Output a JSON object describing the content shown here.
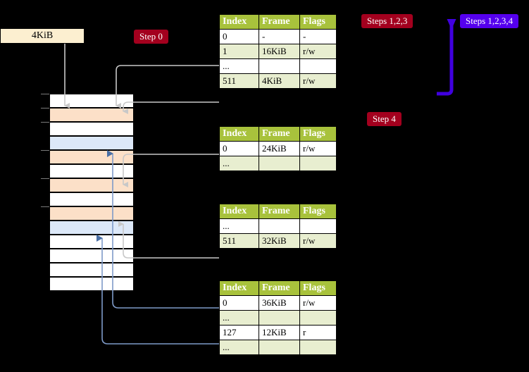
{
  "memory": {
    "label": "4KiB",
    "cells": [
      {
        "fill": "#ffffff",
        "tick": true
      },
      {
        "fill": "#fce0c8",
        "tick": true
      },
      {
        "fill": "#ffffff",
        "tick": true
      },
      {
        "fill": "#dce8f8",
        "tick": false
      },
      {
        "fill": "#fce0c8",
        "tick": true
      },
      {
        "fill": "#ffffff",
        "tick": false
      },
      {
        "fill": "#fce0c8",
        "tick": true
      },
      {
        "fill": "#ffffff",
        "tick": false
      },
      {
        "fill": "#fce0c8",
        "tick": true
      },
      {
        "fill": "#dce8f8",
        "tick": false
      },
      {
        "fill": "#ffffff",
        "tick": false
      },
      {
        "fill": "#ffffff",
        "tick": false
      },
      {
        "fill": "#ffffff",
        "tick": false
      },
      {
        "fill": "#ffffff",
        "tick": false
      }
    ]
  },
  "badges": {
    "step0": "Step 0",
    "steps123": "Steps 1,2,3",
    "steps1234": "Steps 1,2,3,4",
    "step4": "Step 4",
    "red": "#a3001e",
    "violet": "#5500ee"
  },
  "tables": [
    {
      "name": "pml4-table",
      "headers": [
        "Index",
        "Frame",
        "Flags"
      ],
      "rows": [
        {
          "cells": [
            "0",
            "-",
            "-"
          ],
          "alt": false,
          "highlight": false
        },
        {
          "cells": [
            "1",
            "16KiB",
            "r/w"
          ],
          "alt": true,
          "highlight": false
        },
        {
          "cells": [
            "...",
            "",
            ""
          ],
          "alt": false,
          "highlight": false
        },
        {
          "cells": [
            "511",
            "4KiB",
            "r/w"
          ],
          "alt": true,
          "highlight": true
        }
      ]
    },
    {
      "name": "pdp-table",
      "headers": [
        "Index",
        "Frame",
        "Flags"
      ],
      "rows": [
        {
          "cells": [
            "0",
            "24KiB",
            "r/w"
          ],
          "alt": false,
          "highlight": false
        },
        {
          "cells": [
            "...",
            "",
            ""
          ],
          "alt": true,
          "highlight": false
        }
      ]
    },
    {
      "name": "pd-table",
      "headers": [
        "Index",
        "Frame",
        "Flags"
      ],
      "rows": [
        {
          "cells": [
            "...",
            "",
            ""
          ],
          "alt": false,
          "highlight": false
        },
        {
          "cells": [
            "511",
            "32KiB",
            "r/w"
          ],
          "alt": true,
          "highlight": false
        }
      ]
    },
    {
      "name": "pt-table",
      "headers": [
        "Index",
        "Frame",
        "Flags"
      ],
      "rows": [
        {
          "cells": [
            "0",
            "36KiB",
            "r/w"
          ],
          "alt": false,
          "highlight": false
        },
        {
          "cells": [
            "...",
            "",
            ""
          ],
          "alt": true,
          "highlight": false
        },
        {
          "cells": [
            "127",
            "12KiB",
            "r"
          ],
          "alt": false,
          "highlight": false
        },
        {
          "cells": [
            "...",
            "",
            ""
          ],
          "alt": true,
          "highlight": false
        }
      ]
    }
  ],
  "colors": {
    "header_green": "#a8c23c",
    "row_alt": "#e8eed0",
    "highlight_yellow": "#fbf58b",
    "gray_connector": "#c8c8c8",
    "blue_connector": "#7e9ac8",
    "peach": "#fce0c8",
    "lightblue": "#dce8f8",
    "cream": "#fcefd0"
  }
}
